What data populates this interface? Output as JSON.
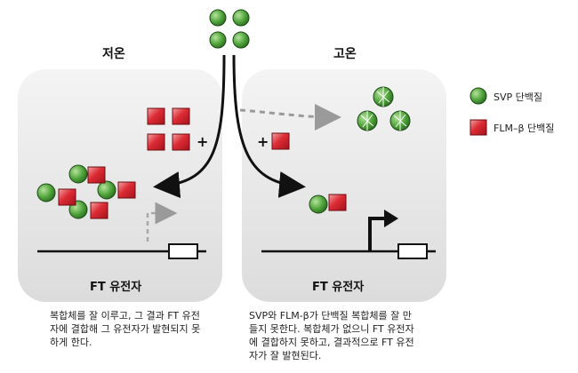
{
  "panels": {
    "low_temp": {
      "title": "저온",
      "gene_label": "FT 유전자",
      "caption": "복합체를 잘 이루고, 그 결과 FT 유전\n자에 결합해 그 유전자가 발현되지 못\n하게 한다."
    },
    "high_temp": {
      "title": "고온",
      "gene_label": "FT 유전자",
      "caption": "SVP와 FLM-β가 단백질 복합체를 잘 만\n들지 못한다. 복합체가 없으니 FT 유전자\n에 결합하지 못하고, 결과적으로 FT 유전\n자가 잘 발현된다."
    }
  },
  "legend": {
    "svp": "SVP 단백질",
    "flm": "FLM–β 단백질"
  },
  "symbols": {
    "plus": "+"
  },
  "colors": {
    "svp_green": "#5fb24a",
    "flm_red": "#d6202c",
    "panel_gray": "#e6e6e6"
  }
}
